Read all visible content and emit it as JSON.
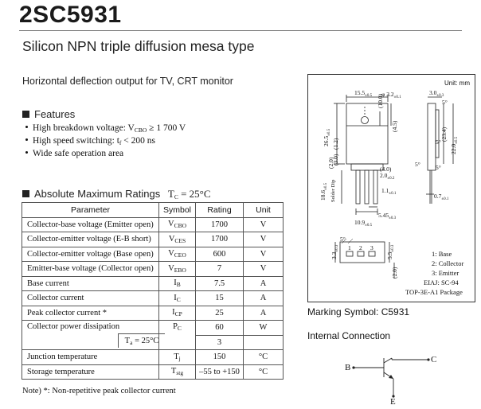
{
  "header": {
    "part_number": "2SC5931",
    "subtitle": "Silicon NPN triple diffusion mesa type",
    "application": "Horizontal deflection output for TV, CRT monitor"
  },
  "features": {
    "heading": "Features",
    "items": [
      {
        "pre": "High breakdown voltage: V",
        "sub": "CBO",
        "post": " ≥ 1 700 V"
      },
      {
        "pre": "High speed switching: t",
        "sub": "f",
        "post": " < 200 ns"
      },
      {
        "pre": "Wide safe operation area",
        "sub": "",
        "post": ""
      }
    ]
  },
  "ratings": {
    "heading": "Absolute Maximum Ratings",
    "cond_pre": "T",
    "cond_sub": "C",
    "cond_post": " = 25°C",
    "columns": [
      "Parameter",
      "Symbol",
      "Rating",
      "Unit"
    ],
    "rows": [
      {
        "param": "Collector-base voltage (Emitter open)",
        "sym": "V",
        "sub": "CBO",
        "rating": "1700",
        "unit": "V"
      },
      {
        "param": "Collector-emitter voltage (E-B short)",
        "sym": "V",
        "sub": "CES",
        "rating": "1700",
        "unit": "V"
      },
      {
        "param": "Collector-emitter voltage (Base open)",
        "sym": "V",
        "sub": "CEO",
        "rating": "600",
        "unit": "V"
      },
      {
        "param": "Emitter-base voltage (Collector open)",
        "sym": "V",
        "sub": "EBO",
        "rating": "7",
        "unit": "V"
      },
      {
        "param": "Base current",
        "sym": "I",
        "sub": "B",
        "rating": "7.5",
        "unit": "A"
      },
      {
        "param": "Collector current",
        "sym": "I",
        "sub": "C",
        "rating": "15",
        "unit": "A"
      },
      {
        "param": "Peak collector current *",
        "sym": "I",
        "sub": "CP",
        "rating": "25",
        "unit": "A"
      }
    ],
    "power_row": {
      "param": "Collector power dissipation",
      "sym": "P",
      "sub": "C",
      "rating": "60",
      "unit": "W",
      "sub_cond_pre": "T",
      "sub_cond_sub": "a",
      "sub_cond_post": " = 25°C",
      "sub_rating": "3"
    },
    "tail_rows": [
      {
        "param": "Junction temperature",
        "sym": "T",
        "sub": "j",
        "rating": "150",
        "unit": "°C"
      },
      {
        "param": "Storage temperature",
        "sym": "T",
        "sub": "stg",
        "rating": "–55 to +150",
        "unit": "°C"
      }
    ],
    "note": "Note) *: Non-repetitive peak collector current"
  },
  "package": {
    "unit_label": "Unit: mm",
    "dims": {
      "d1": "15.5",
      "d1t": "±0.5",
      "d2": "φ 3.2",
      "d2t": "±0.1",
      "d3": "3.0",
      "d3t": "±0.3",
      "d4": "(10.0)",
      "d5": "(4.5)",
      "d6": "26.5",
      "d6t": "±0.5",
      "d7": "(1.2)",
      "d8": "(2.0)",
      "d9": "(3.0)",
      "d10": "(23.4)",
      "d11": "22.0",
      "d11t": "±0.5",
      "d12": "(4.0)",
      "d13": "2.0",
      "d13t": "±0.2",
      "d14": "1.1",
      "d14t": "±0.1",
      "d15": "18.6",
      "d15t": "±0.5",
      "d16": "Solder Dip",
      "d17": "5.45",
      "d17t": "±0.3",
      "d18": "10.9",
      "d18t": "±0.5",
      "d19": "0.7",
      "d19t": "±0.1",
      "d20": "3.3",
      "d20t": "±0.3",
      "d21": "5.5",
      "d21t": "±0.3",
      "d22": "(2.0)",
      "a1": "5°",
      "a2": "5°",
      "a3": "5°",
      "a4": "5°",
      "a5": "5°"
    },
    "pins": [
      "1",
      "2",
      "3"
    ],
    "legend": [
      "1: Base",
      "2: Collector",
      "3: Emitter"
    ],
    "eiaj": "EIAJ: SC-94",
    "package_name": "TOP-3E-A1 Package"
  },
  "marking": "Marking Symbol: C5931",
  "internal": {
    "heading": "Internal Connection",
    "base": "B",
    "collector": "C",
    "emitter": "E"
  }
}
